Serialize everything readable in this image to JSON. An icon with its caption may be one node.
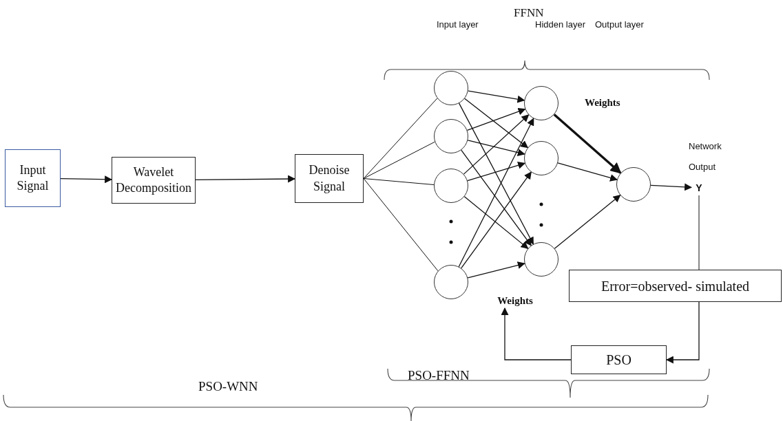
{
  "diagram": {
    "nodes": [
      {
        "text": [
          "Input Signal"
        ]
      },
      {
        "text": [
          "Wavelet Decomposition"
        ]
      },
      {
        "text": [
          "Denoise Signal"
        ]
      },
      {
        "text": [],
        "shape": "circle"
      },
      {
        "text": [],
        "shape": "circle"
      },
      {
        "text": [],
        "shape": "circle"
      },
      {
        "text": [],
        "shape": "circle"
      },
      {
        "text": [],
        "shape": "circle"
      },
      {
        "text": [],
        "shape": "circle"
      },
      {
        "text": [],
        "shape": "circle"
      },
      {
        "text": [],
        "shape": "circle"
      },
      {
        "text": [
          "Y"
        ],
        "beside": [
          "Network Output"
        ]
      },
      {
        "text": [
          "Error=observed- simulated"
        ]
      },
      {
        "text": [
          "PSO"
        ]
      },
      {
        "text": [
          "Weights"
        ]
      }
    ],
    "edges": [
      {
        "from": 0,
        "to": 1,
        "arrow": "to"
      },
      {
        "from": 1,
        "to": 2,
        "arrow": "to"
      },
      {
        "from": 2,
        "to": 3,
        "arrow": "none"
      },
      {
        "from": 2,
        "to": 4,
        "arrow": "none"
      },
      {
        "from": 2,
        "to": 5,
        "arrow": "none"
      },
      {
        "from": 2,
        "to": 6,
        "arrow": "none"
      },
      {
        "from": 3,
        "to": 7,
        "arrow": "to"
      },
      {
        "from": 3,
        "to": 8,
        "arrow": "to"
      },
      {
        "from": 3,
        "to": 9,
        "arrow": "to"
      },
      {
        "from": 4,
        "to": 7,
        "arrow": "to"
      },
      {
        "from": 4,
        "to": 8,
        "arrow": "to"
      },
      {
        "from": 4,
        "to": 9,
        "arrow": "to"
      },
      {
        "from": 5,
        "to": 7,
        "arrow": "to"
      },
      {
        "from": 5,
        "to": 8,
        "arrow": "to"
      },
      {
        "from": 5,
        "to": 9,
        "arrow": "to"
      },
      {
        "from": 6,
        "to": 7,
        "arrow": "to"
      },
      {
        "from": 6,
        "to": 8,
        "arrow": "to"
      },
      {
        "from": 6,
        "to": 9,
        "arrow": "to"
      },
      {
        "from": 7,
        "to": 10,
        "arrow": "to",
        "style": "thick"
      },
      {
        "from": 8,
        "to": 10,
        "arrow": "to"
      },
      {
        "from": 9,
        "to": 10,
        "arrow": "to"
      },
      {
        "from": 10,
        "to": 11,
        "arrow": "to"
      },
      {
        "from": 11,
        "to": 12,
        "arrow": "none"
      },
      {
        "from": 12,
        "to": 13,
        "arrow": "to"
      },
      {
        "from": 13,
        "to": 14,
        "arrow": "to"
      }
    ],
    "labels": [
      "FFNN",
      "Input layer",
      "Hidden layer",
      "Output layer",
      "Weights",
      "PSO-FFNN",
      "PSO-WNN"
    ]
  }
}
